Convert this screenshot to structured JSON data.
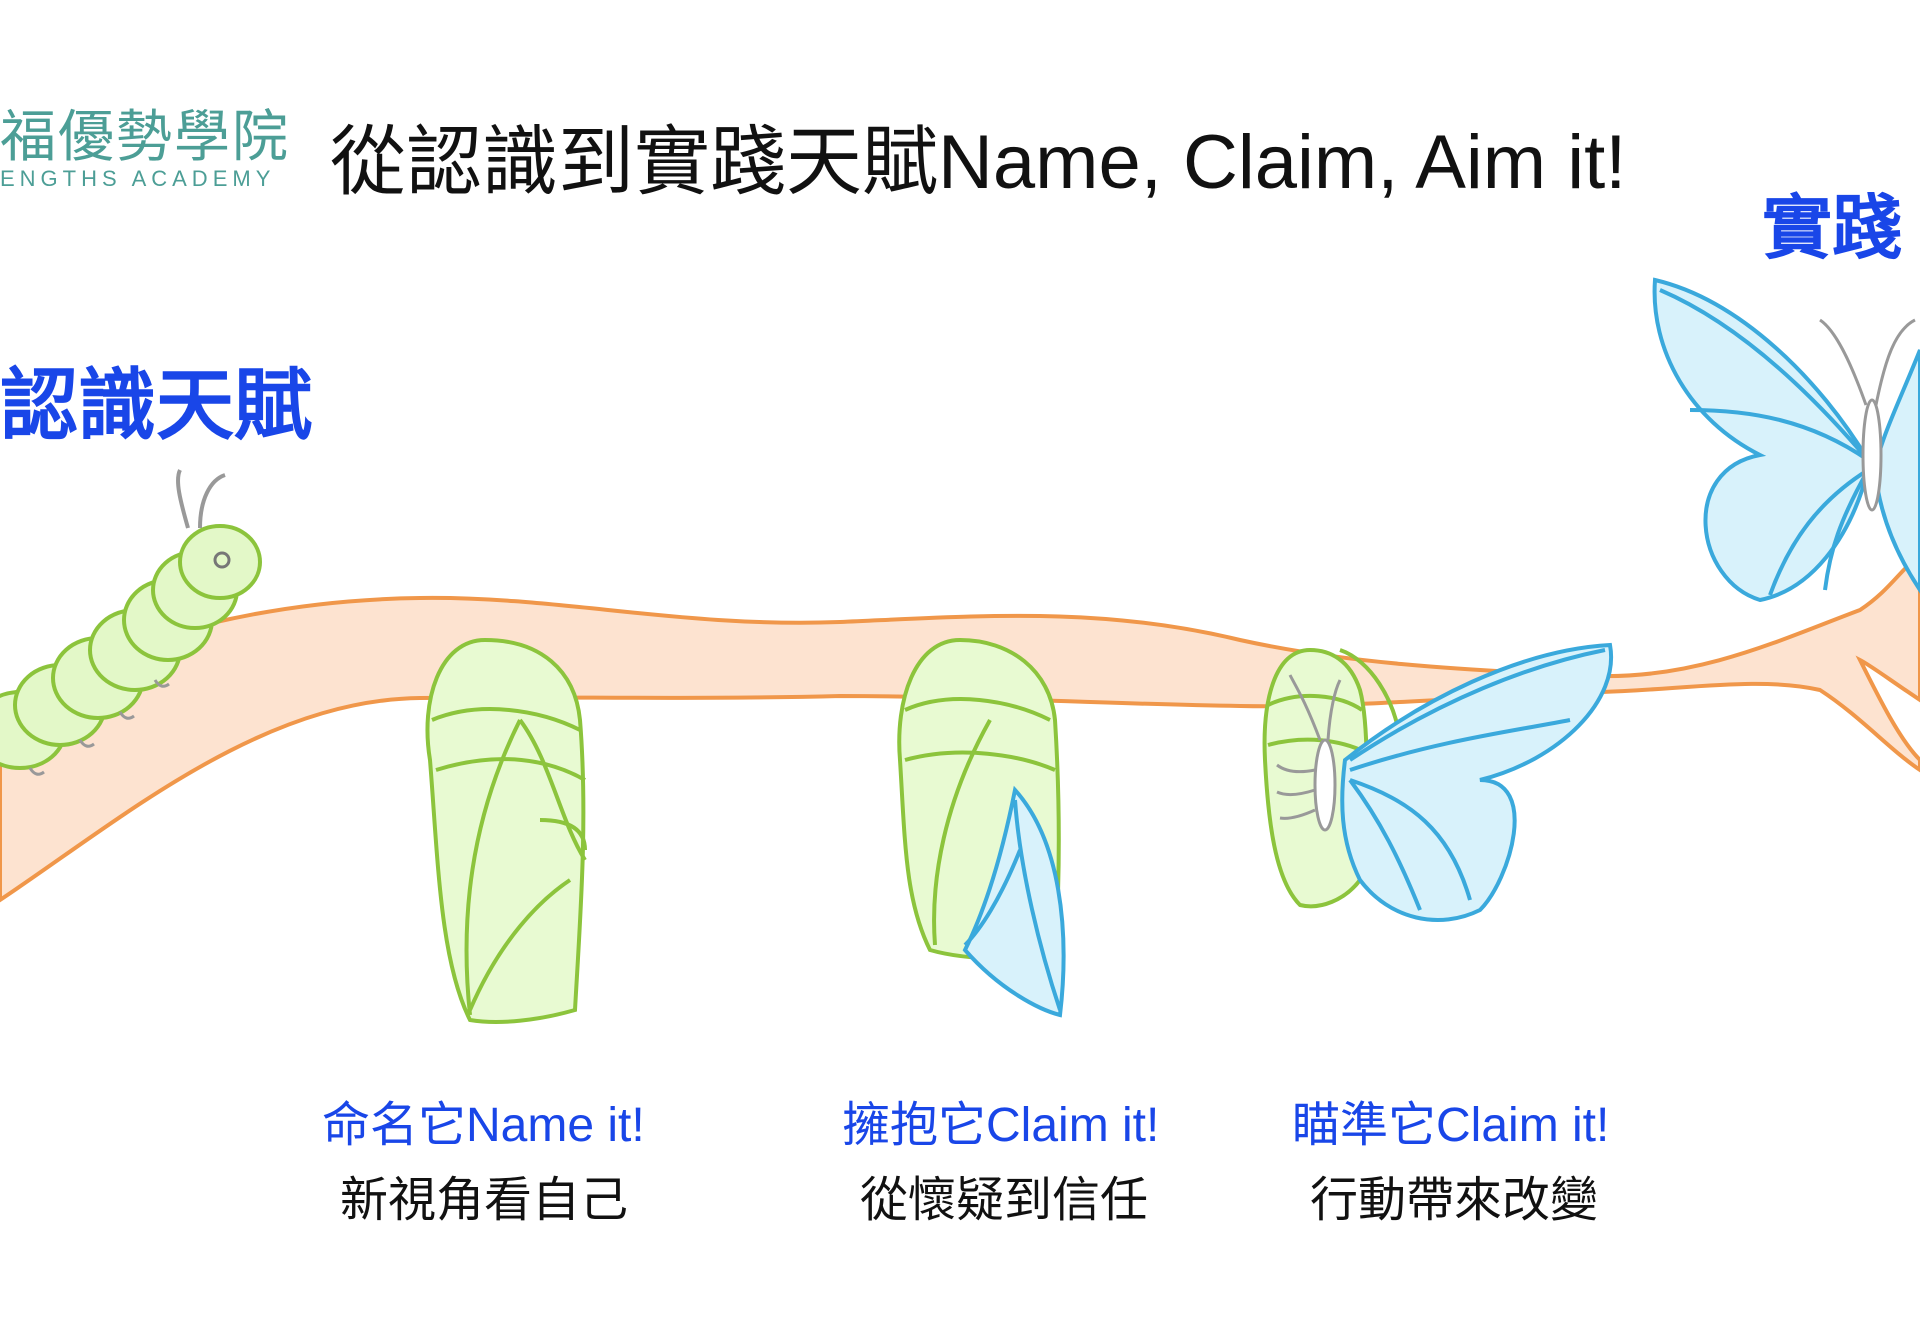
{
  "logo": {
    "chinese": "福優勢學院",
    "english": "ENGTHS ACADEMY"
  },
  "title": "從認識到實踐天賦Name, Claim, Aim it!",
  "left_label": "認識天賦",
  "right_label": "實踐",
  "stages": [
    {
      "title": "命名它Name it!",
      "desc": "新視角看自己"
    },
    {
      "title": "擁抱它Claim it!",
      "desc": "從懷疑到信任"
    },
    {
      "title": "瞄準它Claim it!",
      "desc": "行動帶來改變"
    }
  ],
  "colors": {
    "accent_blue": "#1946e8",
    "logo_teal": "#4c9e96",
    "branch_fill": "#fde3d0",
    "branch_stroke": "#f0974a",
    "green_fill": "#e8fad2",
    "green_stroke": "#8cc43c",
    "wing_fill": "#d8f2fb",
    "wing_stroke": "#3aa9dc"
  }
}
